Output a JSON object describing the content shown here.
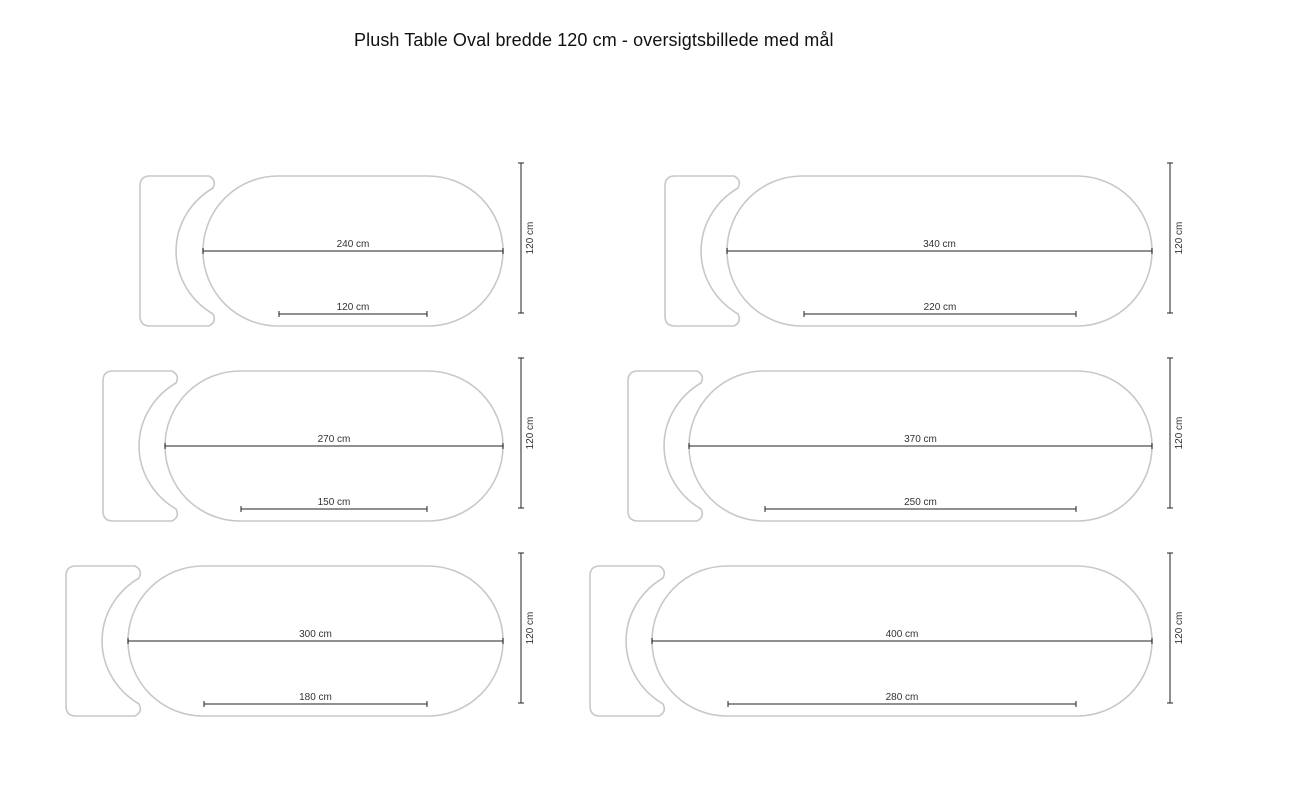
{
  "title": "Plush Table Oval bredde 120 cm - oversigtsbillede med mål",
  "colors": {
    "outline": "#c8c8c8",
    "dimension": "#222222",
    "text": "#333333"
  },
  "tables": [
    {
      "id": "240",
      "total_length": "240 cm",
      "inner_length": "120 cm",
      "width": "120 cm"
    },
    {
      "id": "340",
      "total_length": "340 cm",
      "inner_length": "220 cm",
      "width": "120 cm"
    },
    {
      "id": "270",
      "total_length": "270 cm",
      "inner_length": "150 cm",
      "width": "120 cm"
    },
    {
      "id": "370",
      "total_length": "370 cm",
      "inner_length": "250 cm",
      "width": "120 cm"
    },
    {
      "id": "300",
      "total_length": "300 cm",
      "inner_length": "180 cm",
      "width": "120 cm"
    },
    {
      "id": "400",
      "total_length": "400 cm",
      "inner_length": "280 cm",
      "width": "120 cm"
    }
  ]
}
